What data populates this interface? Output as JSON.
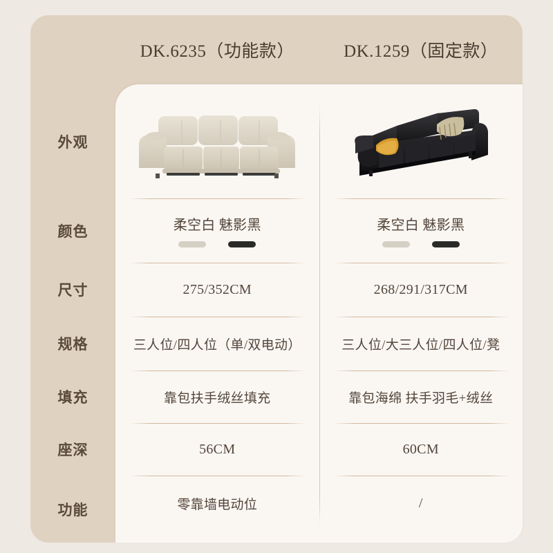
{
  "products": [
    {
      "name": "DK.6235（功能款）"
    },
    {
      "name": "DK.1259（固定款）"
    }
  ],
  "rows": [
    {
      "label": "外观",
      "type": "image",
      "values": [
        "cream-recliner-sofa",
        "black-leather-sofa"
      ]
    },
    {
      "label": "颜色",
      "type": "color",
      "values": [
        "柔空白 魅影黑",
        "柔空白 魅影黑"
      ],
      "swatches": [
        [
          "#D4D0C4",
          "#2A2A28"
        ],
        [
          "#D4D0C4",
          "#2A2A28"
        ]
      ]
    },
    {
      "label": "尺寸",
      "type": "text",
      "values": [
        "275/352CM",
        "268/291/317CM"
      ]
    },
    {
      "label": "规格",
      "type": "text",
      "values": [
        "三人位/四人位（单/双电动）",
        "三人位/大三人位/四人位/凳"
      ]
    },
    {
      "label": "填充",
      "type": "text",
      "values": [
        "靠包扶手绒丝填充",
        "靠包海绵 扶手羽毛+绒丝"
      ]
    },
    {
      "label": "座深",
      "type": "text",
      "values": [
        "56CM",
        "60CM"
      ]
    },
    {
      "label": "功能",
      "type": "text",
      "values": [
        "零靠墙电动位",
        "/"
      ]
    }
  ],
  "theme": {
    "page_background": "#EFE9E3",
    "card_background": "#DFD2C1",
    "panel_background": "#FAF7F3",
    "text_color": "#53453A",
    "label_color": "#5A4A3A",
    "divider_color": "#C8AC8A"
  }
}
